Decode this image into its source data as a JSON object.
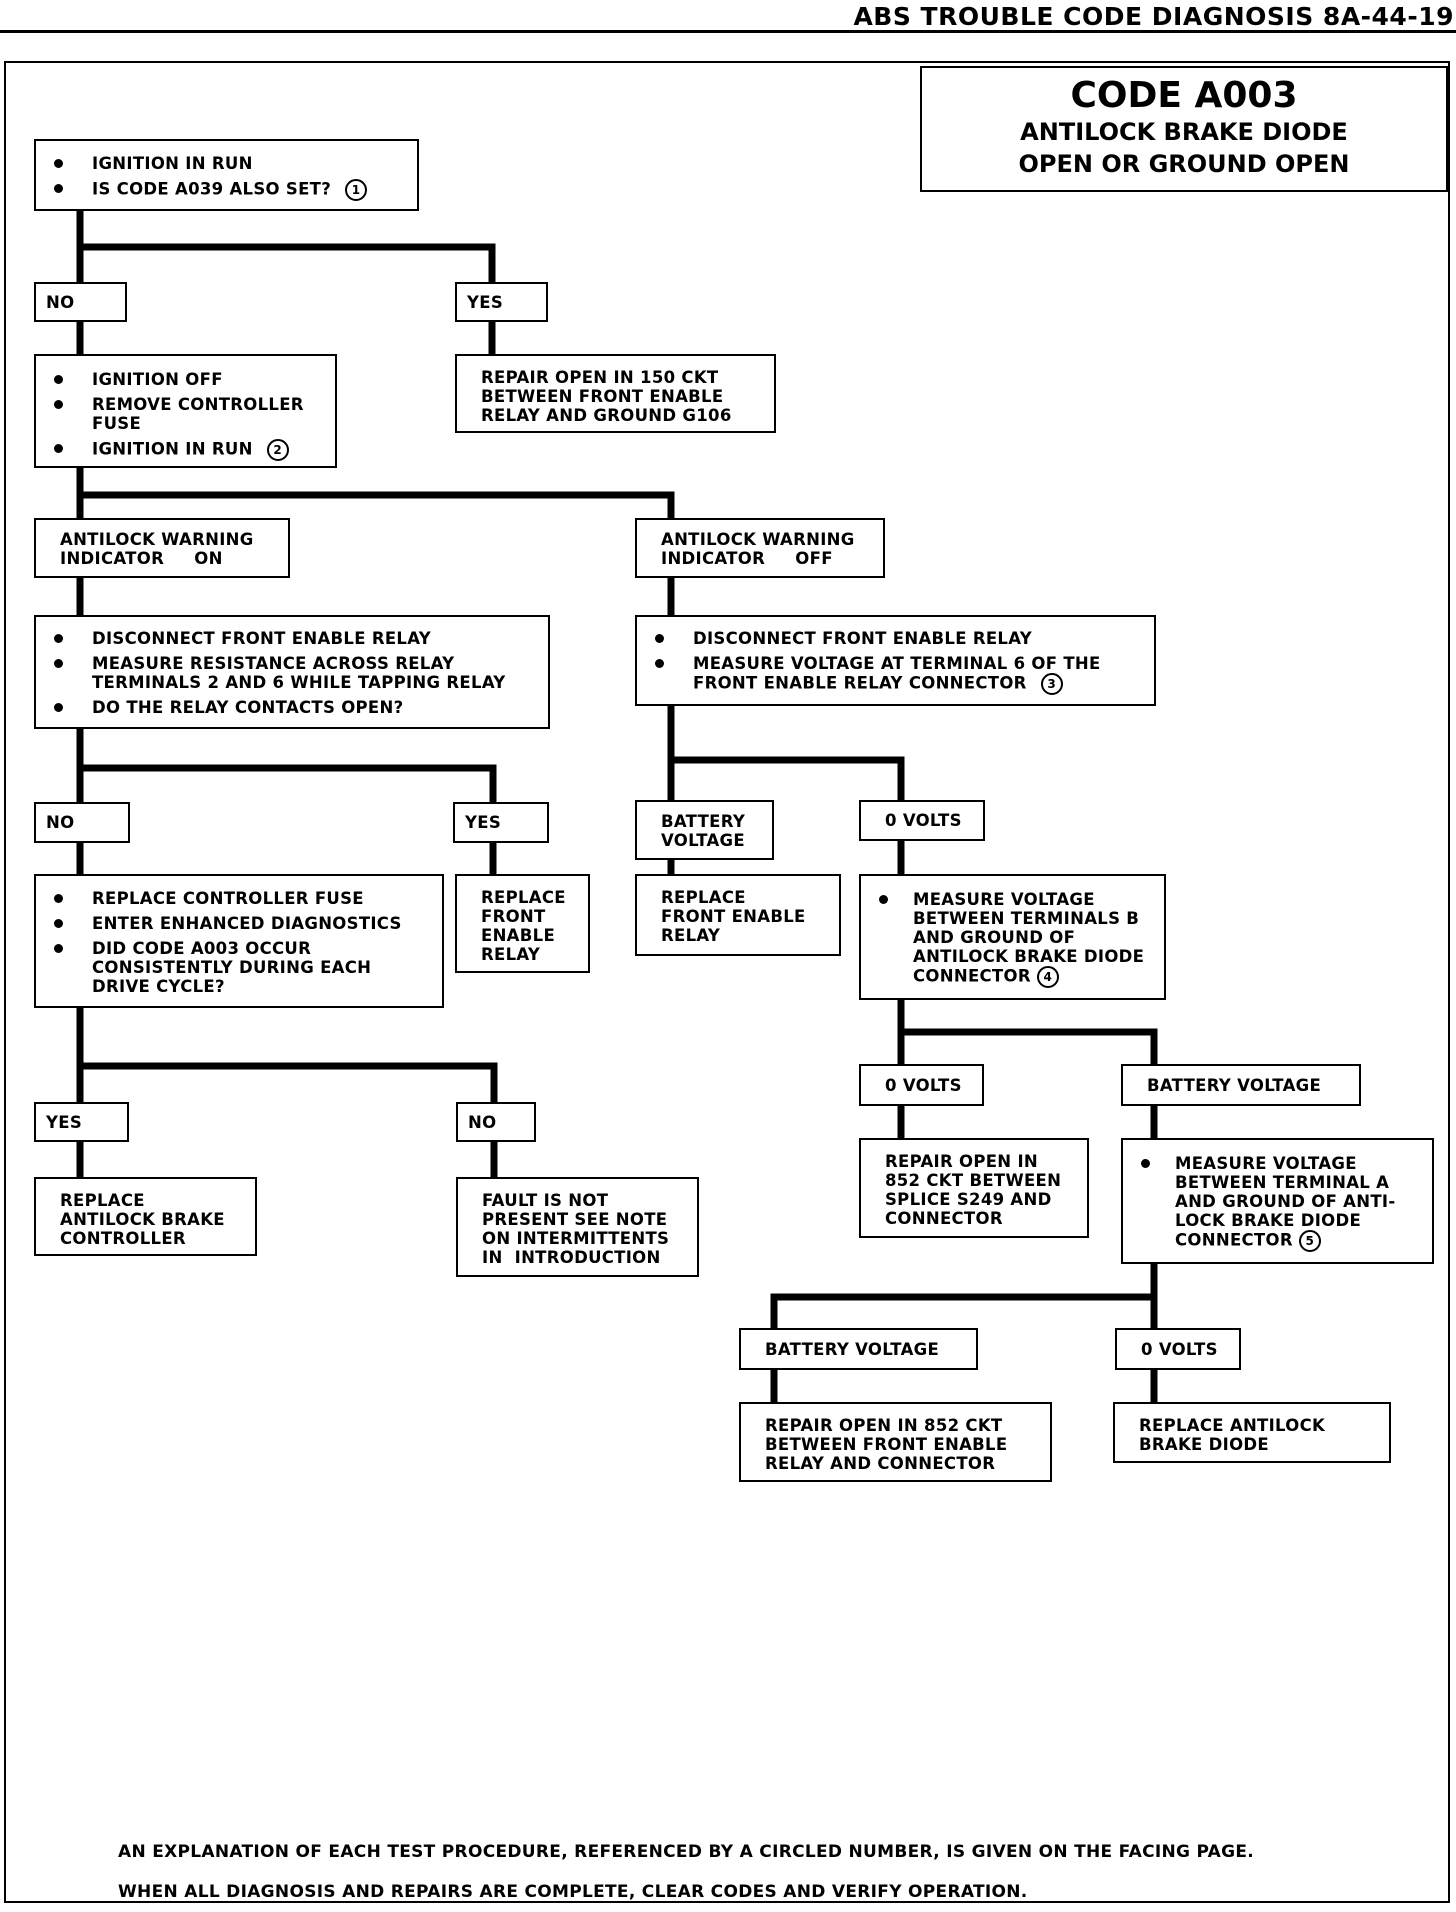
{
  "page_header": "ABS TROUBLE CODE DIAGNOSIS 8A-44-19",
  "title": {
    "code": "CODE A003",
    "line1": "ANTILOCK BRAKE DIODE",
    "line2": "OPEN OR GROUND OPEN"
  },
  "nodes": {
    "start": {
      "steps": [
        "IGNITION IN RUN",
        "IS CODE A039 ALSO SET?"
      ],
      "ref": "1"
    },
    "no_1": "NO",
    "yes_1": "YES",
    "repair_150": [
      "REPAIR OPEN IN 150 CKT",
      "BETWEEN FRONT ENABLE",
      "RELAY AND GROUND G106"
    ],
    "ign_off": {
      "steps": [
        "IGNITION OFF",
        "REMOVE CONTROLLER FUSE",
        "IGNITION IN RUN"
      ],
      "ref": "2"
    },
    "ind_on": [
      "ANTILOCK WARNING",
      "INDICATOR     ON"
    ],
    "ind_off": [
      "ANTILOCK WARNING",
      "INDICATOR     OFF"
    ],
    "disc_left": {
      "steps": [
        "DISCONNECT FRONT ENABLE RELAY",
        "MEASURE RESISTANCE ACROSS RELAY TERMINALS 2 AND 6 WHILE TAPPING RELAY",
        "DO THE RELAY CONTACTS OPEN?"
      ]
    },
    "disc_right": {
      "steps": [
        "DISCONNECT FRONT ENABLE RELAY",
        "MEASURE VOLTAGE AT TERMINAL 6 OF THE FRONT ENABLE RELAY CONNECTOR"
      ],
      "ref": "3"
    },
    "no_2": "NO",
    "yes_2": "YES",
    "batt_v_1": [
      "BATTERY",
      "VOLTAGE"
    ],
    "zero_v_1": "0 VOLTS",
    "replace_fuse": {
      "steps": [
        "REPLACE CONTROLLER FUSE",
        "ENTER ENHANCED DIAGNOSTICS",
        "DID CODE A003 OCCUR CONSISTENTLY DURING EACH DRIVE CYCLE?"
      ]
    },
    "replace_relay_left": [
      "REPLACE",
      "FRONT",
      "ENABLE",
      "RELAY"
    ],
    "replace_relay_right": [
      "REPLACE",
      "FRONT ENABLE",
      "RELAY"
    ],
    "measure_b": {
      "steps": [
        "MEASURE VOLTAGE BETWEEN TERMINALS B AND GROUND OF ANTILOCK BRAKE DIODE CONNECTOR"
      ],
      "ref": "4"
    },
    "zero_v_2": "0 VOLTS",
    "batt_v_2": "BATTERY VOLTAGE",
    "yes_3": "YES",
    "no_3": "NO",
    "repair_852_splice": [
      "REPAIR OPEN IN",
      "852 CKT BETWEEN",
      "SPLICE S249 AND",
      "CONNECTOR"
    ],
    "measure_a": {
      "steps": [
        "MEASURE VOLTAGE BETWEEN TERMINAL A AND GROUND OF ANTI-LOCK BRAKE DIODE CONNECTOR"
      ],
      "ref": "5"
    },
    "replace_controller": [
      "REPLACE",
      "ANTILOCK BRAKE",
      "CONTROLLER"
    ],
    "fault_not_present": [
      "FAULT IS NOT",
      "PRESENT SEE NOTE",
      "ON INTERMITTENTS",
      "IN  INTRODUCTION"
    ],
    "batt_v_3": "BATTERY VOLTAGE",
    "zero_v_3": "0 VOLTS",
    "repair_852_relay": [
      "REPAIR OPEN IN 852 CKT",
      "BETWEEN FRONT ENABLE",
      "RELAY AND CONNECTOR"
    ],
    "replace_diode": [
      "REPLACE ANTILOCK",
      "BRAKE DIODE"
    ]
  },
  "footer": {
    "line1": "AN EXPLANATION OF EACH TEST PROCEDURE, REFERENCED BY A CIRCLED NUMBER, IS GIVEN ON THE FACING PAGE.",
    "line2": "WHEN ALL DIAGNOSIS AND REPAIRS ARE COMPLETE, CLEAR CODES AND VERIFY OPERATION."
  }
}
